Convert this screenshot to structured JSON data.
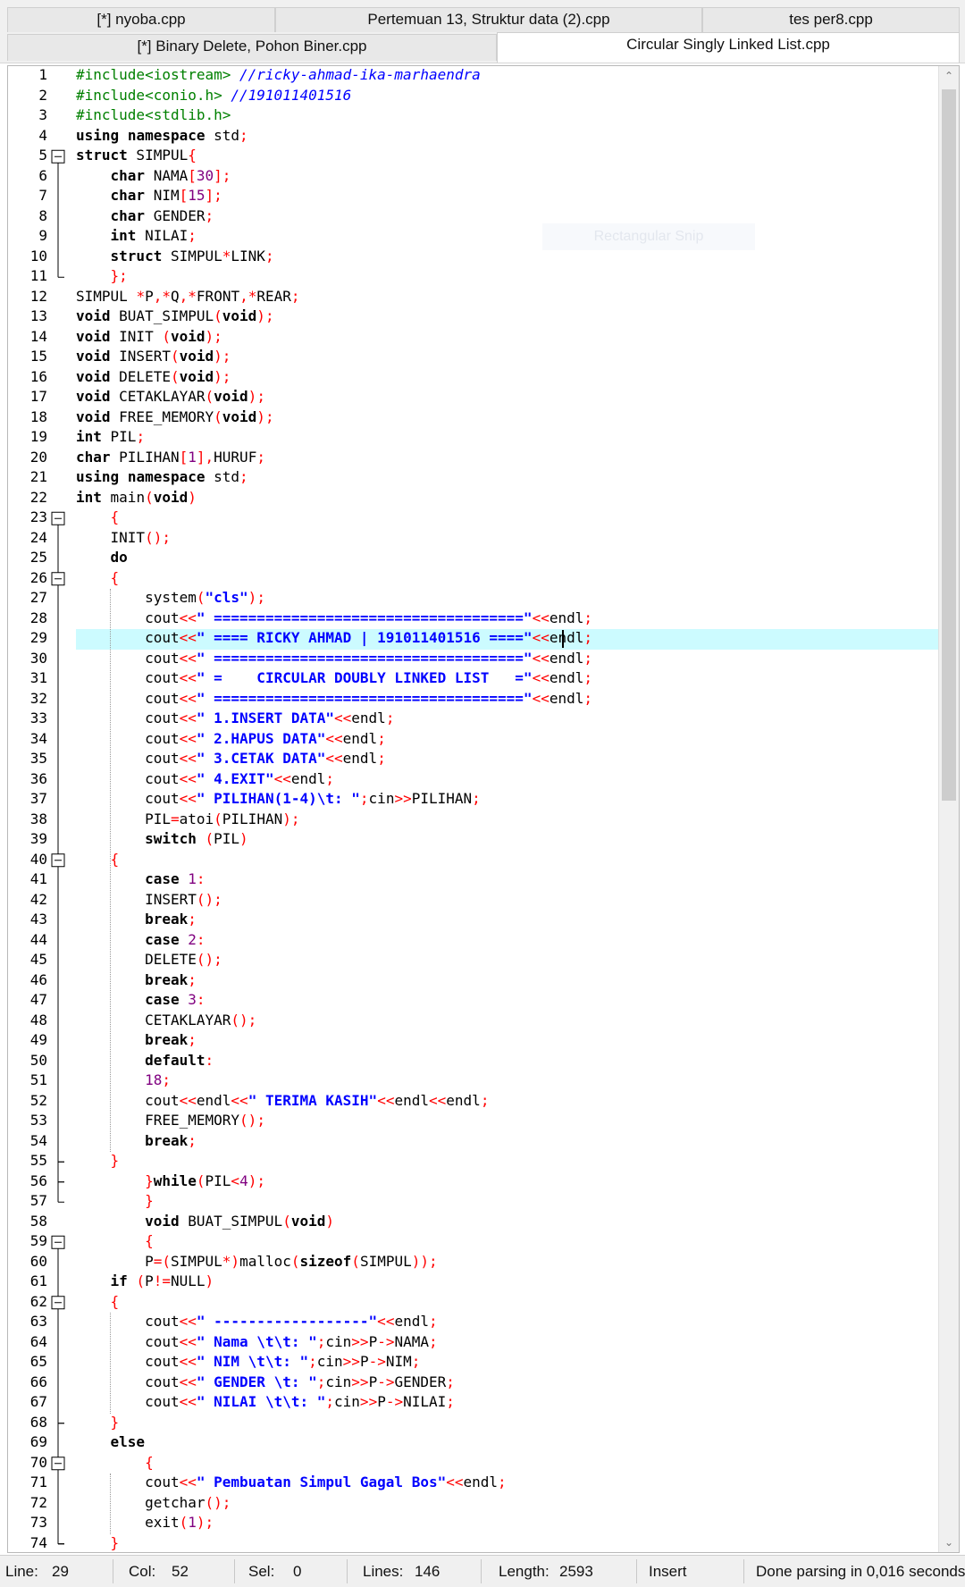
{
  "tabs_row1": [
    "[*] nyoba.cpp",
    "Pertemuan 13, Struktur data (2).cpp",
    "tes per8.cpp"
  ],
  "tabs_row2": [
    "[*] Binary Delete, Pohon Biner.cpp",
    "Circular Singly Linked List.cpp"
  ],
  "active_tab": "Circular Singly Linked List.cpp",
  "watermark": "Rectangular Snip",
  "highlighted_line": 29,
  "colors": {
    "keyword": "#000000",
    "string": "#0000ff",
    "symbol": "#ff0000",
    "number": "#800080",
    "comment": "#0000ff",
    "preprocessor": "#008000",
    "highlight": "#ccfbff"
  },
  "code_lines": [
    "#include<iostream> //ricky-ahmad-ika-marhaendra",
    "#include<conio.h> //191011401516",
    "#include<stdlib.h>",
    "using namespace std;",
    "struct SIMPUL{",
    "    char NAMA[30];",
    "    char NIM[15];",
    "    char GENDER;",
    "    int NILAI;",
    "    struct SIMPUL*LINK;",
    "    };",
    "SIMPUL *P,*Q,*FRONT,*REAR;",
    "void BUAT_SIMPUL(void);",
    "void INIT (void);",
    "void INSERT(void);",
    "void DELETE(void);",
    "void CETAKLAYAR(void);",
    "void FREE_MEMORY(void);",
    "int PIL;",
    "char PILIHAN[1],HURUF;",
    "using namespace std;",
    "int main(void)",
    "    {",
    "    INIT();",
    "    do",
    "    {",
    "        system(\"cls\");",
    "        cout<<\" ====================================\"<<endl;",
    "        cout<<\" ==== RICKY AHMAD | 191011401516 ====\"<<endl;",
    "        cout<<\" ====================================\"<<endl;",
    "        cout<<\" =    CIRCULAR DOUBLY LINKED LIST   =\"<<endl;",
    "        cout<<\" ====================================\"<<endl;",
    "        cout<<\" 1.INSERT DATA\"<<endl;",
    "        cout<<\" 2.HAPUS DATA\"<<endl;",
    "        cout<<\" 3.CETAK DATA\"<<endl;",
    "        cout<<\" 4.EXIT\"<<endl;",
    "        cout<<\" PILIHAN(1-4)\\t: \";cin>>PILIHAN;",
    "        PIL=atoi(PILIHAN);",
    "        switch (PIL)",
    "    {",
    "        case 1:",
    "        INSERT();",
    "        break;",
    "        case 2:",
    "        DELETE();",
    "        break;",
    "        case 3:",
    "        CETAKLAYAR();",
    "        break;",
    "        default:",
    "        18;",
    "        cout<<endl<<\" TERIMA KASIH\"<<endl<<endl;",
    "        FREE_MEMORY();",
    "        break;",
    "    }",
    "        }while(PIL<4);",
    "        }",
    "        void BUAT_SIMPUL(void)",
    "        {",
    "        P=(SIMPUL*)malloc(sizeof(SIMPUL));",
    "    if (P!=NULL)",
    "    {",
    "        cout<<\" ------------------\"<<endl;",
    "        cout<<\" Nama \\t\\t: \";cin>>P->NAMA;",
    "        cout<<\" NIM \\t\\t: \";cin>>P->NIM;",
    "        cout<<\" GENDER \\t: \";cin>>P->GENDER;",
    "        cout<<\" NILAI \\t\\t: \";cin>>P->NILAI;",
    "    }",
    "    else",
    "        {",
    "        cout<<\" Pembuatan Simpul Gagal Bos\"<<endl;",
    "        getchar();",
    "        exit(1);",
    "    }"
  ],
  "fold_markers": [
    5,
    23,
    26,
    40,
    59,
    62,
    70
  ],
  "status": {
    "line_label": "Line:",
    "line_value": "29",
    "col_label": "Col:",
    "col_value": "52",
    "sel_label": "Sel:",
    "sel_value": "0",
    "lines_label": "Lines:",
    "lines_value": "146",
    "length_label": "Length:",
    "length_value": "2593",
    "mode": "Insert",
    "message": "Done parsing in 0,016 seconds"
  }
}
